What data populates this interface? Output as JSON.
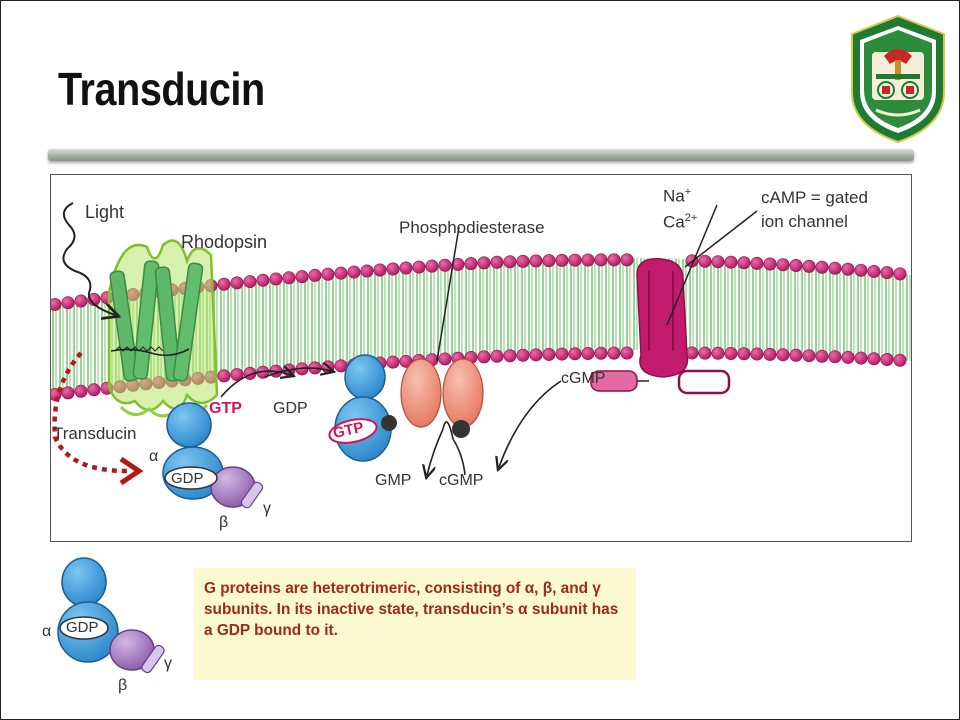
{
  "slide": {
    "title": "Transducin"
  },
  "diagram": {
    "labels": {
      "light": "Light",
      "rhodopsin": "Rhodopsin",
      "phosphodiesterase": "Phosphodiesterase",
      "na": "Na",
      "na_charge": "+",
      "ca": "Ca",
      "ca_charge": "2+",
      "camp_gated_line1": "cAMP = gated",
      "camp_gated_line2": "ion channel",
      "transducin": "Transducin",
      "gtp_arrow": "GTP",
      "gdp_arrow": "GDP",
      "gtp_bound": "GTP",
      "gdp_bound": "GDP",
      "alpha": "α",
      "beta": "β",
      "gamma": "γ",
      "gmp": "GMP",
      "cgmp_bottom": "cGMP",
      "cgmp_channel": "cGMP"
    },
    "colors": {
      "membrane_head": "#d1327f",
      "membrane_tail": "#7cc87a",
      "alpha_subunit": "#3a9ede",
      "beta_subunit": "#9a6fb6",
      "gamma_subunit": "#c9b3dc",
      "pde": "#ef9480",
      "channel": "#c21a6c",
      "gtp_text": "#d4145a",
      "rhodopsin": "#8fd33a",
      "movement_arrow": "#b31919"
    }
  },
  "small_diagram": {
    "gdp": "GDP",
    "alpha": "α",
    "beta": "β",
    "gamma": "γ"
  },
  "caption": {
    "text": "G proteins are heterotrimeric, consisting of α, β, and γ subunits. In its inactive state, transducin’s α subunit has a GDP bound to it."
  }
}
